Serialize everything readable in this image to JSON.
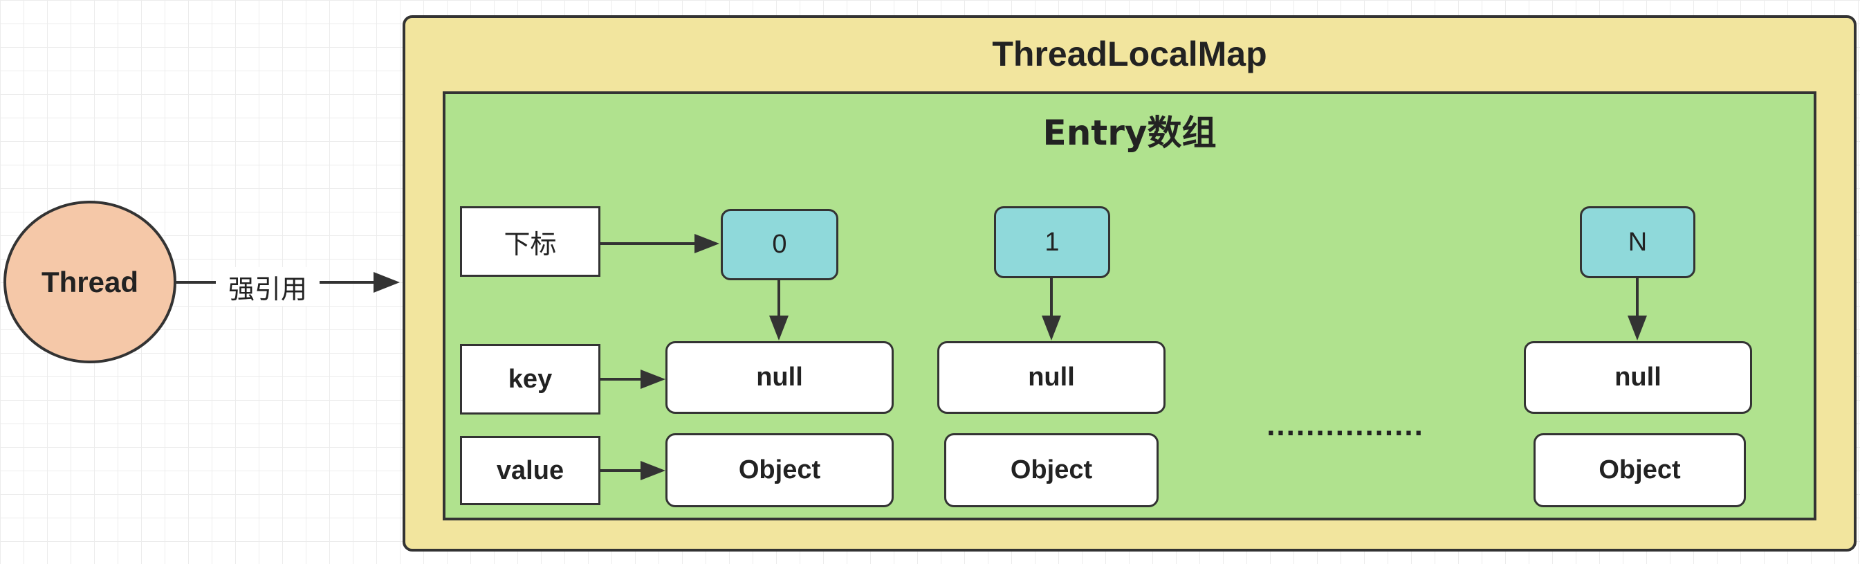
{
  "thread": {
    "label": "Thread"
  },
  "edge": {
    "label": "强引用"
  },
  "map": {
    "title": "ThreadLocalMap"
  },
  "entry": {
    "title": "Entry数组"
  },
  "row_labels": {
    "index": "下标",
    "key": "key",
    "value": "value"
  },
  "columns": [
    {
      "index": "0",
      "key": "null",
      "value": "Object"
    },
    {
      "index": "1",
      "key": "null",
      "value": "Object"
    },
    {
      "index": "N",
      "key": "null",
      "value": "Object"
    }
  ],
  "ellipsis": "................",
  "colors": {
    "thread_fill": "#f5c8a8",
    "map_fill": "#f2e59e",
    "entry_fill": "#b0e28e",
    "index_fill": "#8fd9da",
    "stroke": "#333333"
  }
}
